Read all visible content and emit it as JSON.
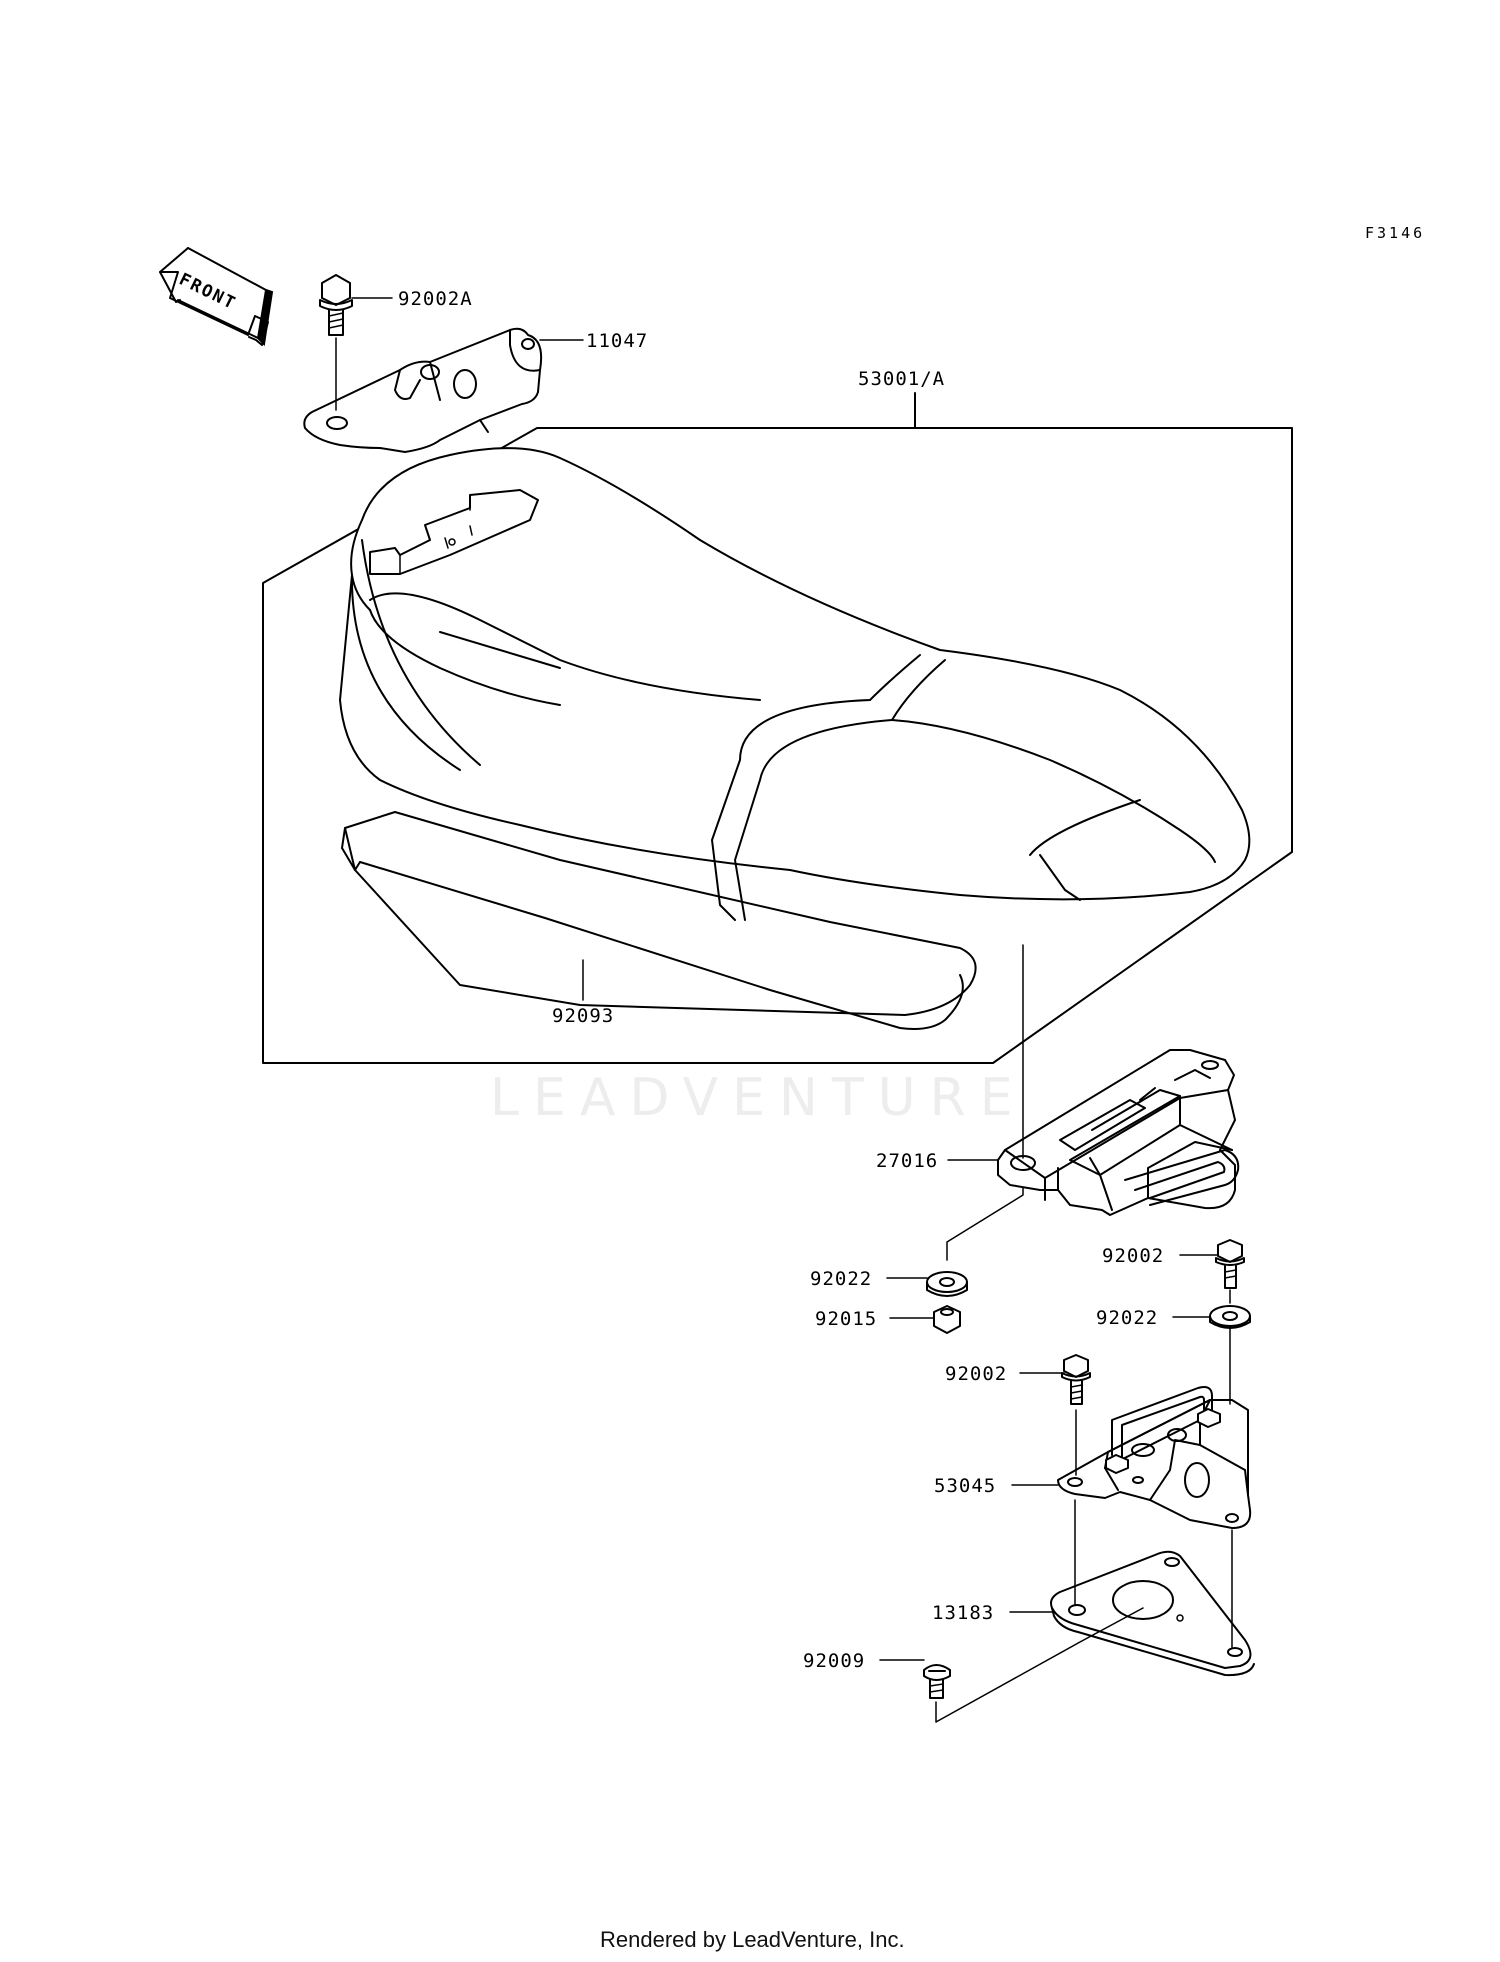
{
  "figure_code": "F3146",
  "front_label": "FRONT",
  "watermark": "LEADVENTURE",
  "footer": "Rendered by LeadVenture, Inc.",
  "callouts": {
    "p92002A": "92002A",
    "p11047": "11047",
    "p53001A": "53001/A",
    "p92093": "92093",
    "p27016": "27016",
    "p92022_left": "92022",
    "p92015": "92015",
    "p92002_right": "92002",
    "p92022_right": "92022",
    "p92002_mid": "92002",
    "p53045": "53045",
    "p13183": "13183",
    "p92009": "92009"
  }
}
